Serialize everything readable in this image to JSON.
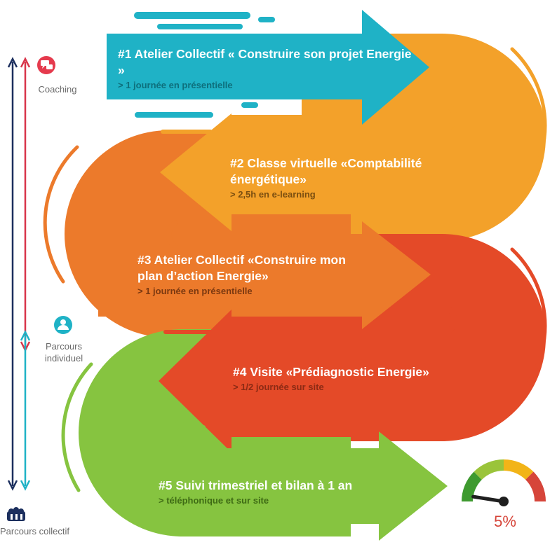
{
  "steps": [
    {
      "title": "#1 Atelier Collectif « Construire son projet Energie »",
      "subtitle": "> 1 journée en présentielle",
      "color": "#1fb2c6",
      "subtitle_color": "#0e6f7c"
    },
    {
      "title": "#2 Classe virtuelle «Comptabilité énergétique»",
      "subtitle": "> 2,5h en e-learning",
      "color": "#f3a12a",
      "subtitle_color": "#7a4e10"
    },
    {
      "title": "#3 Atelier Collectif  «Construire mon plan d’action Energie»",
      "subtitle": "> 1 journée en présentielle",
      "color": "#ec7a2b",
      "subtitle_color": "#7a3810"
    },
    {
      "title": "#4 Visite «Prédiagnostic Energie»",
      "subtitle": "> 1/2 journée sur site",
      "color": "#e44a28",
      "subtitle_color": "#8c2a14"
    },
    {
      "title": "#5 Suivi trimestriel et bilan à 1 an",
      "subtitle": "> téléphonique  et  sur site",
      "color": "#86c440",
      "subtitle_color": "#3e6b14"
    }
  ],
  "sidebar": {
    "coaching_label": "Coaching",
    "individuel_label": "Parcours individuel",
    "collectif_label": "Parcours collectif"
  },
  "gauge": {
    "percent_label": "5%",
    "level": 0.05
  }
}
